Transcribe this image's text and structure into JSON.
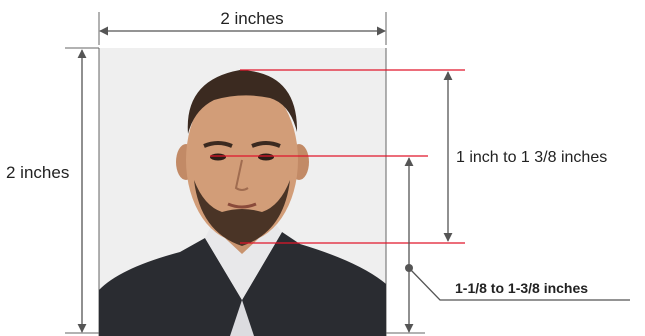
{
  "diagram": {
    "labels": {
      "top_width": "2 inches",
      "left_height": "2 inches",
      "head_height": "1 inch to 1 3/8 inches",
      "eye_height": "1-1/8 to 1-3/8 inches"
    },
    "colors": {
      "background": "#ffffff",
      "photo_background": "#efefef",
      "dimension_line": "#555555",
      "guide_line": "#e0162b",
      "text": "#222222"
    }
  }
}
